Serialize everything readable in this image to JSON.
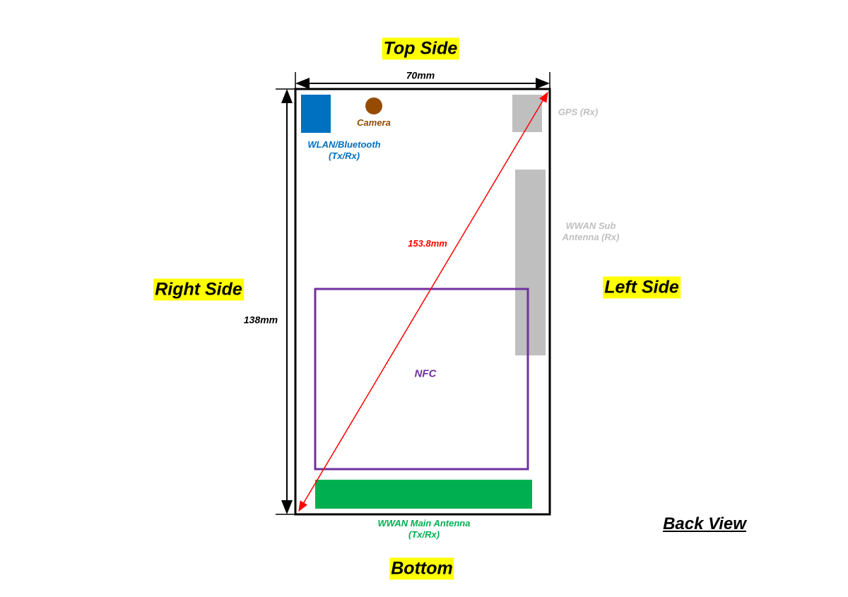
{
  "title": {
    "top": "Top Side",
    "bottom": "Bottom",
    "right": "Right Side",
    "left": "Left Side",
    "view": "Back View"
  },
  "dimensions": {
    "width": "70mm",
    "height": "138mm",
    "diagonal": "153.8mm"
  },
  "components": {
    "wlan": {
      "line1": "WLAN/Bluetooth",
      "line2": "(Tx/Rx)",
      "color": "#0070C0"
    },
    "camera": {
      "label": "Camera",
      "color": "#964B00"
    },
    "gps": {
      "label": "GPS (Rx)",
      "color": "#BFBFBF"
    },
    "wwan_sub": {
      "line1": "WWAN Sub",
      "line2": "Antenna (Rx)",
      "color": "#BFBFBF"
    },
    "nfc": {
      "label": "NFC",
      "color": "#7030A0"
    },
    "wwan_main": {
      "line1": "WWAN Main Antenna",
      "line2": "(Tx/Rx)",
      "color": "#00B050"
    }
  }
}
